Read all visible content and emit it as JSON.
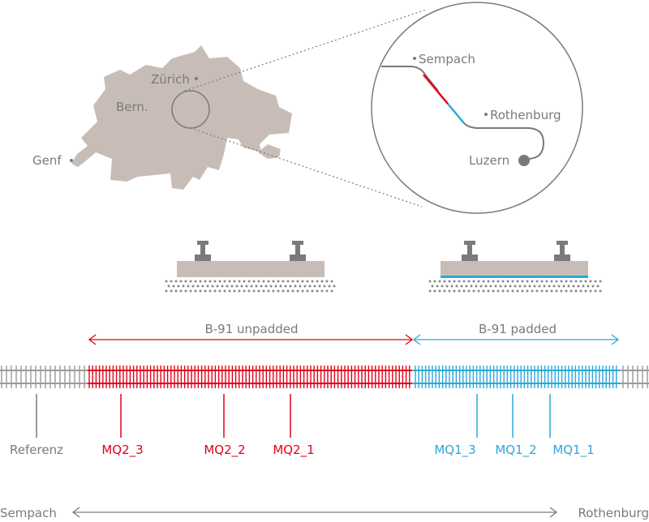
{
  "map": {
    "cities": {
      "zurich": "Zürich",
      "bern": "Bern.",
      "genf": "Genf"
    }
  },
  "inset": {
    "sempach": "Sempach",
    "rothenburg": "Rothenburg",
    "luzern": "Luzern"
  },
  "sections": {
    "unpadded": "B-91 unpadded",
    "padded": "B-91 padded"
  },
  "markers": {
    "referenz": "Referenz",
    "mq2_3": "MQ2_3",
    "mq2_2": "MQ2_2",
    "mq2_1": "MQ2_1",
    "mq1_3": "MQ1_3",
    "mq1_2": "MQ1_2",
    "mq1_1": "MQ1_1"
  },
  "direction": {
    "start": "Sempach",
    "end": "Rothenburg"
  },
  "colors": {
    "unpadded": "#e3001b",
    "padded": "#2aa8d8",
    "map": "#c8bdb6",
    "grey": "#7a7a7a"
  }
}
